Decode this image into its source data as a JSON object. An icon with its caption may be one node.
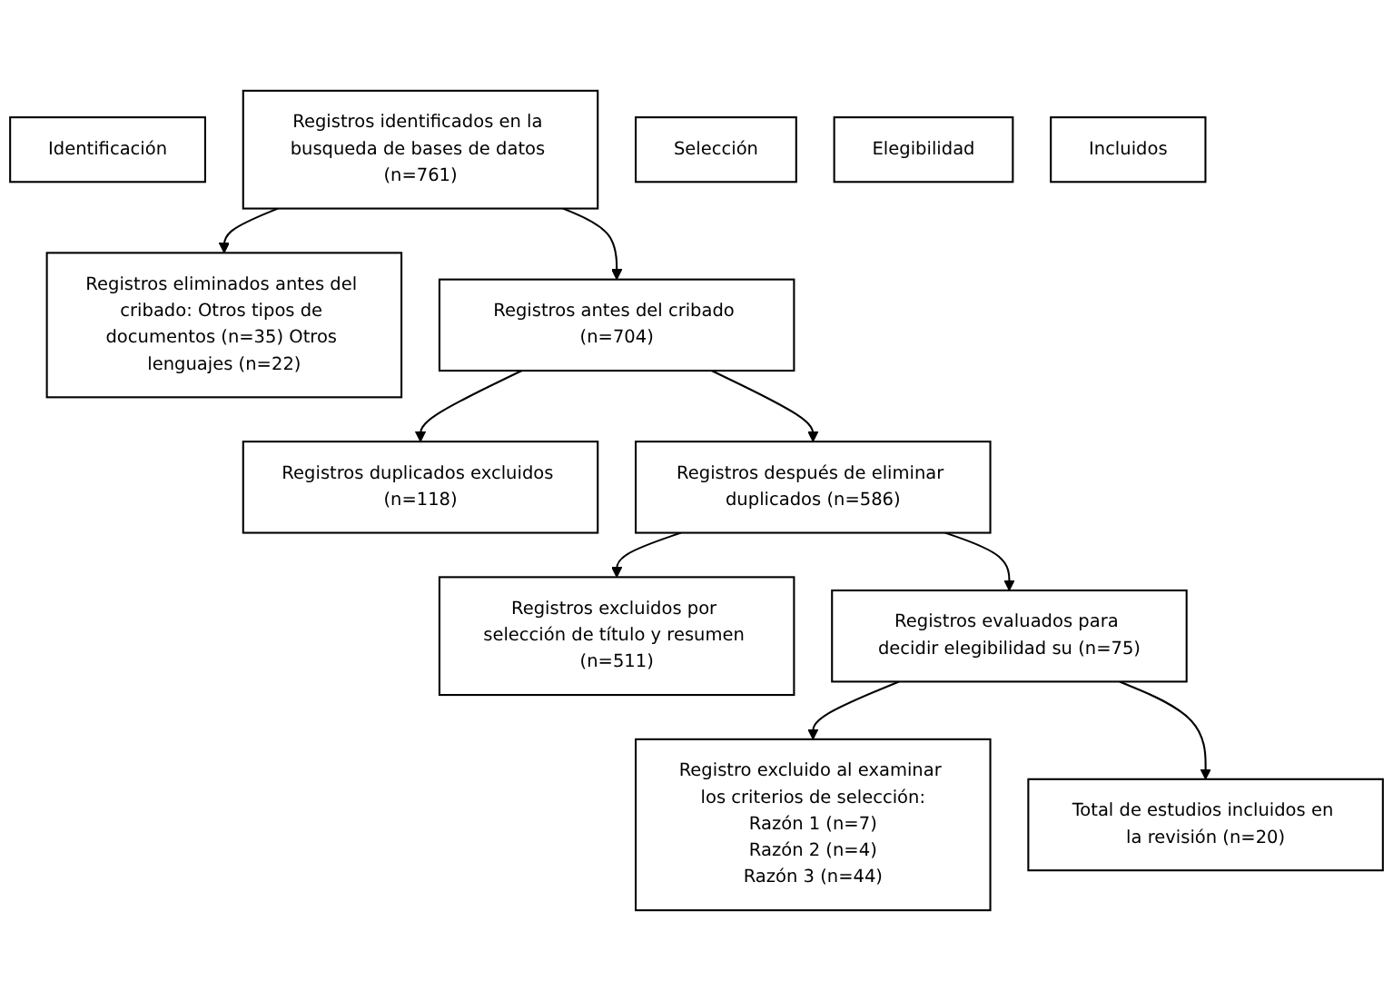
{
  "diagram": {
    "nodes": [
      {
        "text": [
          "Identificación"
        ]
      },
      {
        "text": [
          "Registros identificados en la busqueda de bases de datos (n=761)"
        ]
      },
      {
        "text": [
          "Registros eliminados antes del cribado: Otros tipos de documentos (n=35) Otros lenguajes (n=22)"
        ]
      },
      {
        "text": [
          "Selección"
        ]
      },
      {
        "text": [
          "Registros antes del cribado (n=704)"
        ]
      },
      {
        "text": [
          "Registros duplicados excluidos (n=118)"
        ]
      },
      {
        "text": [
          "Registros después de eliminar duplicados (n=586)"
        ]
      },
      {
        "text": [
          "Registros excluidos por selección de título y resumen (n=511)"
        ]
      },
      {
        "text": [
          "Elegibilidad"
        ]
      },
      {
        "text": [
          "Registros evaluados para decidir elegibilidad su (n=75)"
        ]
      },
      {
        "text": [
          "Registro excluido al examinar los criterios de selección:",
          "Razón 1 (n=7)",
          "Razón 2 (n=4)",
          "Razón 3 (n=44)"
        ]
      },
      {
        "text": [
          "Incluidos"
        ]
      },
      {
        "text": [
          "Total de estudios incluidos en la revisión (n=20)"
        ]
      }
    ],
    "edges": [
      {
        "from": 1,
        "to": 2,
        "arrow": "to"
      },
      {
        "from": 1,
        "to": 4,
        "arrow": "to"
      },
      {
        "from": 4,
        "to": 5,
        "arrow": "to"
      },
      {
        "from": 4,
        "to": 6,
        "arrow": "to"
      },
      {
        "from": 6,
        "to": 7,
        "arrow": "to"
      },
      {
        "from": 6,
        "to": 9,
        "arrow": "to"
      },
      {
        "from": 9,
        "to": 10,
        "arrow": "to"
      },
      {
        "from": 9,
        "to": 12,
        "arrow": "to"
      }
    ]
  }
}
